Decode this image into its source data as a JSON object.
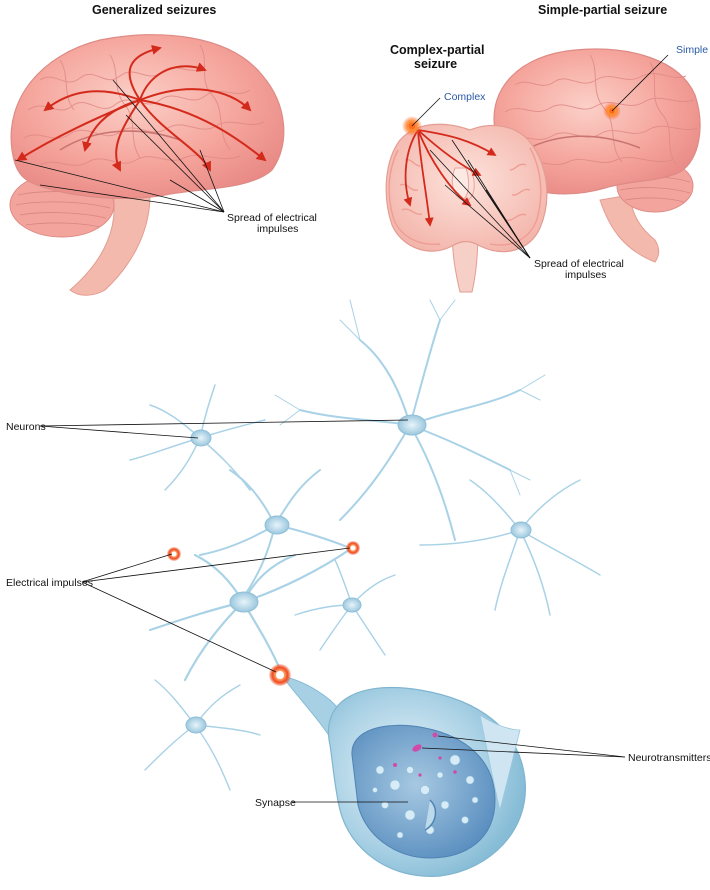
{
  "titles": {
    "generalized": "Generalized seizures",
    "simple_partial": "Simple-partial seizure",
    "complex_partial_line1": "Complex-partial",
    "complex_partial_line2": "seizure"
  },
  "labels": {
    "spread_left_line1": "Spread of electrical",
    "spread_left_line2": "impulses",
    "spread_right_line1": "Spread of electrical",
    "spread_right_line2": "impulses",
    "complex": "Complex",
    "simple": "Simple",
    "neurons": "Neurons",
    "electrical_impulses": "Electrical impulses",
    "neurotransmitters": "Neurotransmitters",
    "synapse": "Synapse"
  },
  "colors": {
    "brain": "#f7a7a0",
    "brain_dark": "#e98a86",
    "brainstem": "#f3b9ad",
    "arrow": "#d42a1c",
    "neuron": "#a9d2e6",
    "neuron_dark": "#7fb5d0",
    "impulse": "#f04a1e",
    "label_blue": "#2a5aa8"
  }
}
